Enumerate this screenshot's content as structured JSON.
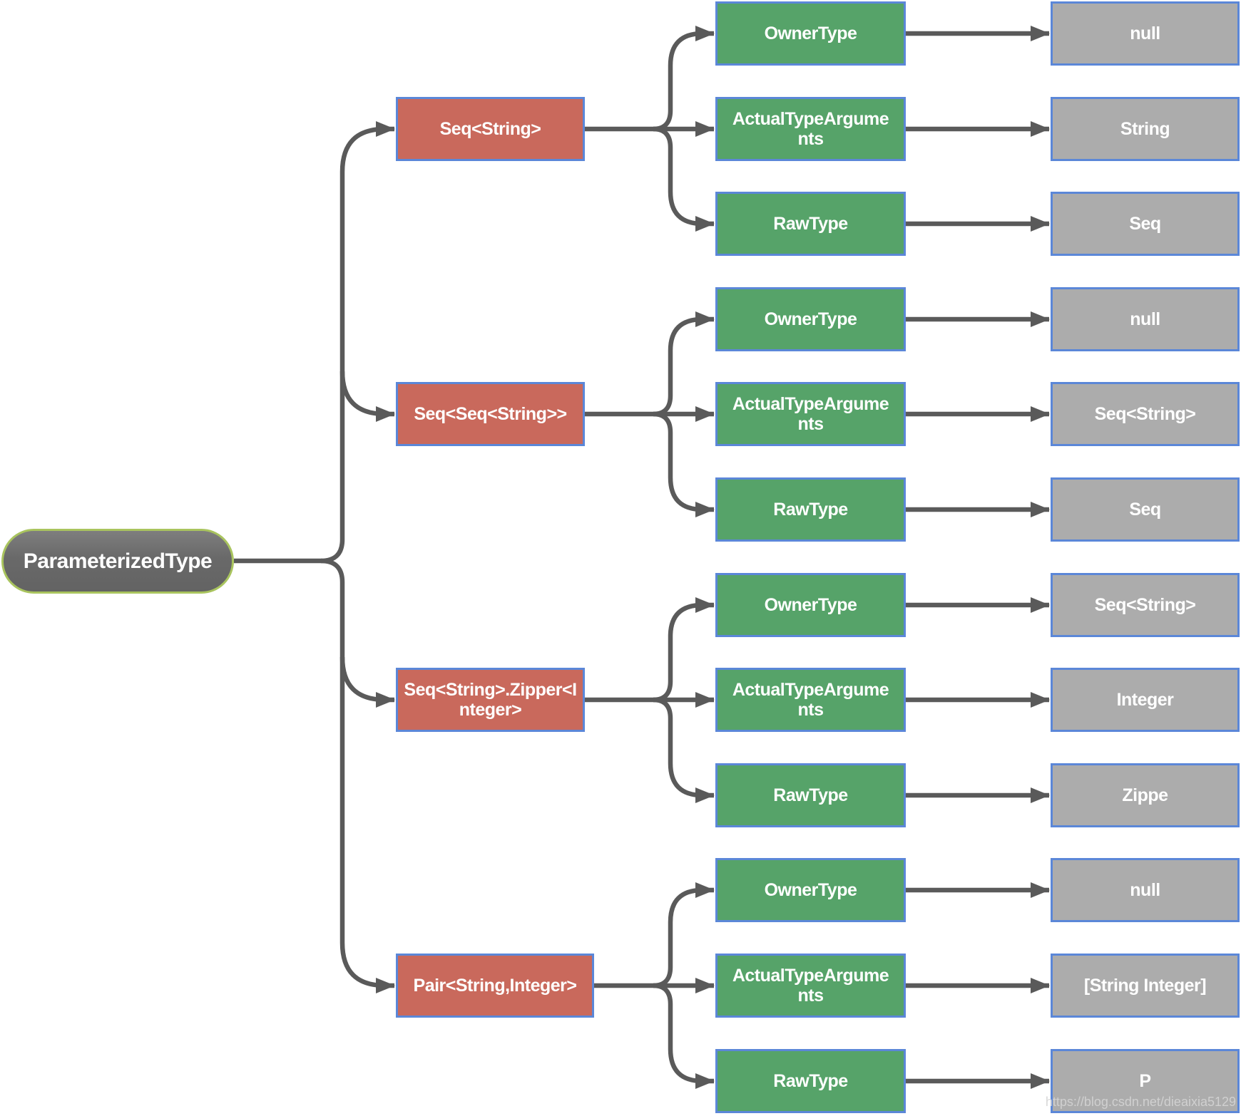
{
  "root": {
    "label": "ParameterizedType"
  },
  "labels": {
    "owner": "OwnerType",
    "args": "ActualTypeArguments",
    "raw": "RawType"
  },
  "groups": [
    {
      "type": "Seq<String>",
      "values": {
        "owner": "null",
        "args": "String",
        "raw": "Seq"
      }
    },
    {
      "type": "Seq<Seq<String>>",
      "values": {
        "owner": "null",
        "args": "Seq<String>",
        "raw": "Seq"
      }
    },
    {
      "type": "Seq<String>.Zipper<Integer>",
      "values": {
        "owner": "Seq<String>",
        "args": "Integer",
        "raw": "Zippe"
      }
    },
    {
      "type": "Pair<String,Integer>",
      "values": {
        "owner": "null",
        "args": "[String Integer]",
        "raw": "P"
      }
    }
  ],
  "watermark": "https://blog.csdn.net/dieaixia5129",
  "colors": {
    "type_node_fill": "#c9695c",
    "field_node_fill": "#56a369",
    "value_node_fill": "#acacac",
    "node_border": "#5b87d8",
    "connector": "#5a5a5a",
    "root_fill": "#696969",
    "root_border": "#a9c45e"
  }
}
